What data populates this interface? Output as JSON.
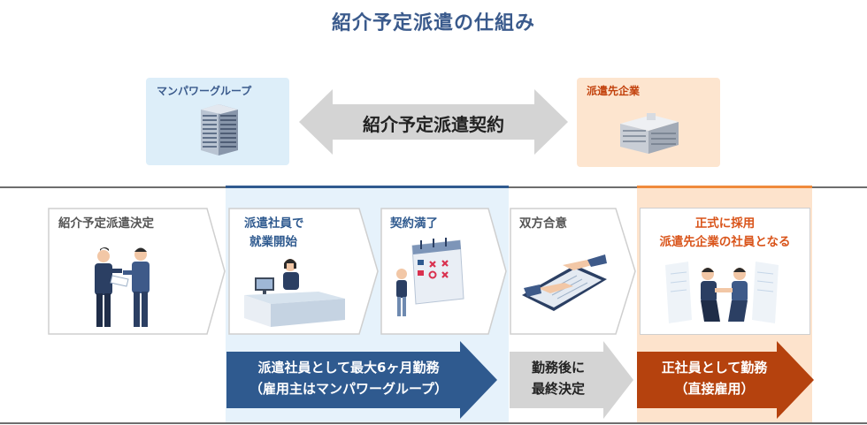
{
  "title": "紹介予定派遣の仕組み",
  "top": {
    "left_company": "マンパワーグループ",
    "right_company": "派遣先企業",
    "contract": "紹介予定派遣契約"
  },
  "steps": [
    {
      "label": "紹介予定派遣決定"
    },
    {
      "line1": "派遣社員で",
      "line2": "就業開始"
    },
    {
      "label": "契約満了"
    },
    {
      "label": "双方合意"
    },
    {
      "line1": "正式に採用",
      "line2": "派遣先企業の社員となる"
    }
  ],
  "bottom_arrows": [
    {
      "line1": "派遣社員として最大6ヶ月勤務",
      "line2": "（雇用主はマンパワーグループ）"
    },
    {
      "line1": "勤務後に",
      "line2": "最終決定"
    },
    {
      "line1": "正社員として勤務",
      "line2": "（直接雇用）"
    }
  ],
  "colors": {
    "title": "#3a5a8c",
    "blue_card": "#ddeef9",
    "orange_card": "#fde5cf",
    "blue_band": "#e6f2fb",
    "orange_band": "#fde3cc",
    "navy_arrow": "#2f5a8f",
    "gray_arrow": "#d4d4d4",
    "red_arrow": "#b5420e",
    "orange_text": "#d9541a"
  }
}
